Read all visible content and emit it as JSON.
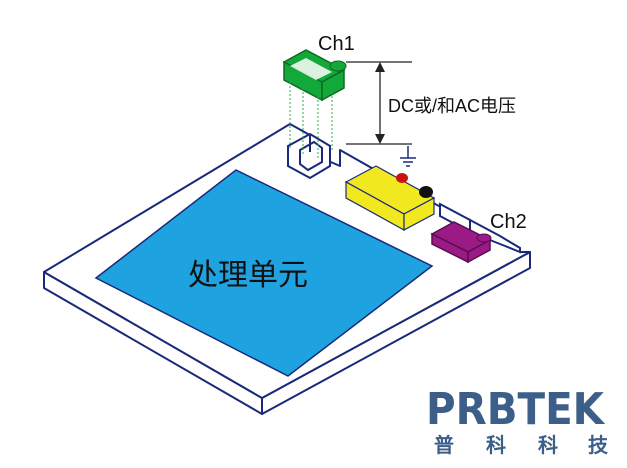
{
  "labels": {
    "ch1": "Ch1",
    "ch2": "Ch2",
    "voltage": "DC或/和AC电压",
    "processing_unit": "处理单元"
  },
  "logo": {
    "name": "PRBTEK",
    "subtitle": [
      "普",
      "科",
      "科",
      "技"
    ]
  },
  "colors": {
    "processing_unit": "#1fa3e0",
    "probe_ch1": "#12a83a",
    "probe_ch2": "#9b1b86",
    "component": "#f2e81f",
    "board_outline": "#1a2a7a",
    "logo": "#3c5f8a",
    "red_terminal": "#cc1111",
    "black_terminal": "#111111"
  }
}
